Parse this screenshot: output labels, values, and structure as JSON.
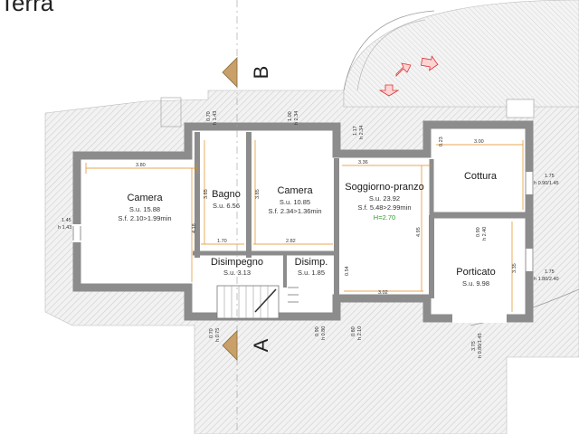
{
  "title": "Terra",
  "sections": {
    "a": "A",
    "b": "B"
  },
  "colors": {
    "wall": "#8c8c8c",
    "hatch": "#d6d6d6",
    "dimension": "#e08a1a",
    "highlight": "#2aa02a",
    "arrow": "#d33"
  },
  "rooms": {
    "camera1": {
      "name": "Camera",
      "su": "S.u. 15.88",
      "sf": "S.f. 2.10>1.99min"
    },
    "bagno": {
      "name": "Bagno",
      "su": "S.u. 6.56"
    },
    "camera2": {
      "name": "Camera",
      "su": "S.u. 10.85",
      "sf": "S.f. 2.34>1.36min"
    },
    "soggiorno": {
      "name": "Soggiorno-pranzo",
      "su": "S.u. 23.92",
      "sf": "S.f. 5.48>2.99min",
      "h": "H=2.70"
    },
    "cottura": {
      "name": "Cottura"
    },
    "disimpegno": {
      "name": "Disimpegno",
      "su": "S.u. 3.13"
    },
    "disimp": {
      "name": "Disimp.",
      "su": "S.u. 1.85"
    },
    "porticato": {
      "name": "Porticato",
      "su": "S.u. 9.98"
    }
  },
  "dimensions": {
    "d380": "3.80",
    "d385a": "3.85",
    "d418": "4.18",
    "d170": "1.70",
    "d385b": "3.85",
    "d282": "2.82",
    "d336": "3.36",
    "d300": "3.00",
    "d495": "4.95",
    "d302": "3.02",
    "d335": "3.35",
    "d054": "0.54",
    "d023": "0.23",
    "w1a": "1.45",
    "w1b": "h 1.43",
    "w2a": "0.70",
    "w2b": "h 1.43",
    "w3a": "1.00",
    "w3b": "h 2.34",
    "w4a": "1.17",
    "w4b": "h 2.34",
    "w5a": "1.75",
    "w5b": "h 0.90/1.45",
    "w6a": "0.90",
    "w6b": "h 2.40",
    "w7a": "1.75",
    "w7b": "h 1.80/2.40",
    "w8a": "0.70",
    "w8b": "h 0.75",
    "w9a": "0.90",
    "w9b": "h 0.80",
    "w10a": "0.80",
    "w10b": "h 2.10",
    "w11a": "3.75",
    "w11b": "h 0.80/1.45"
  }
}
